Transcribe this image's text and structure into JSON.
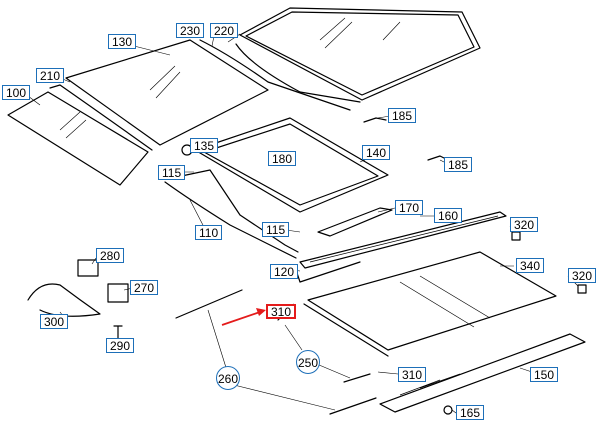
{
  "accent_color": "#e41b1b",
  "label_border_color": "#1d6fb8",
  "callouts": {
    "c100": "100",
    "c130": "130",
    "c210": "210",
    "c230": "230",
    "c220": "220",
    "c185a": "185",
    "c185b": "185",
    "c135": "135",
    "c180": "180",
    "c140": "140",
    "c115a": "115",
    "c115b": "115",
    "c110": "110",
    "c170": "170",
    "c160": "160",
    "c320a": "320",
    "c320b": "320",
    "c280": "280",
    "c270": "270",
    "c300": "300",
    "c290": "290",
    "c120": "120",
    "c340": "340",
    "c310a": "310",
    "c310b": "310",
    "c250": "250",
    "c260": "260",
    "c150": "150",
    "c165": "165"
  }
}
